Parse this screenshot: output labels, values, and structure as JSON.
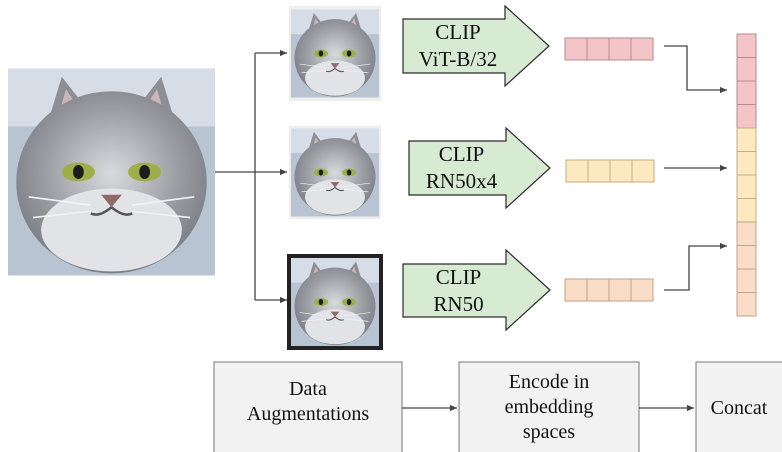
{
  "encoders": [
    {
      "line1": "CLIP",
      "line2": "ViT-B/32",
      "embedding_color": "#f4c5c8"
    },
    {
      "line1": "CLIP",
      "line2": "RN50x4",
      "embedding_color": "#fce9bf"
    },
    {
      "line1": "CLIP",
      "line2": "RN50",
      "embedding_color": "#f9ddc6"
    }
  ],
  "concat_vector_colors": [
    "#f4c5c8",
    "#fce9bf",
    "#f9ddc6"
  ],
  "arrow_fill": "#d7ead2",
  "pipeline": [
    {
      "lines": [
        "Data",
        "Augmentations"
      ]
    },
    {
      "lines": [
        "Encode in",
        "embedding",
        "spaces"
      ]
    },
    {
      "lines": [
        "Concat"
      ]
    }
  ]
}
